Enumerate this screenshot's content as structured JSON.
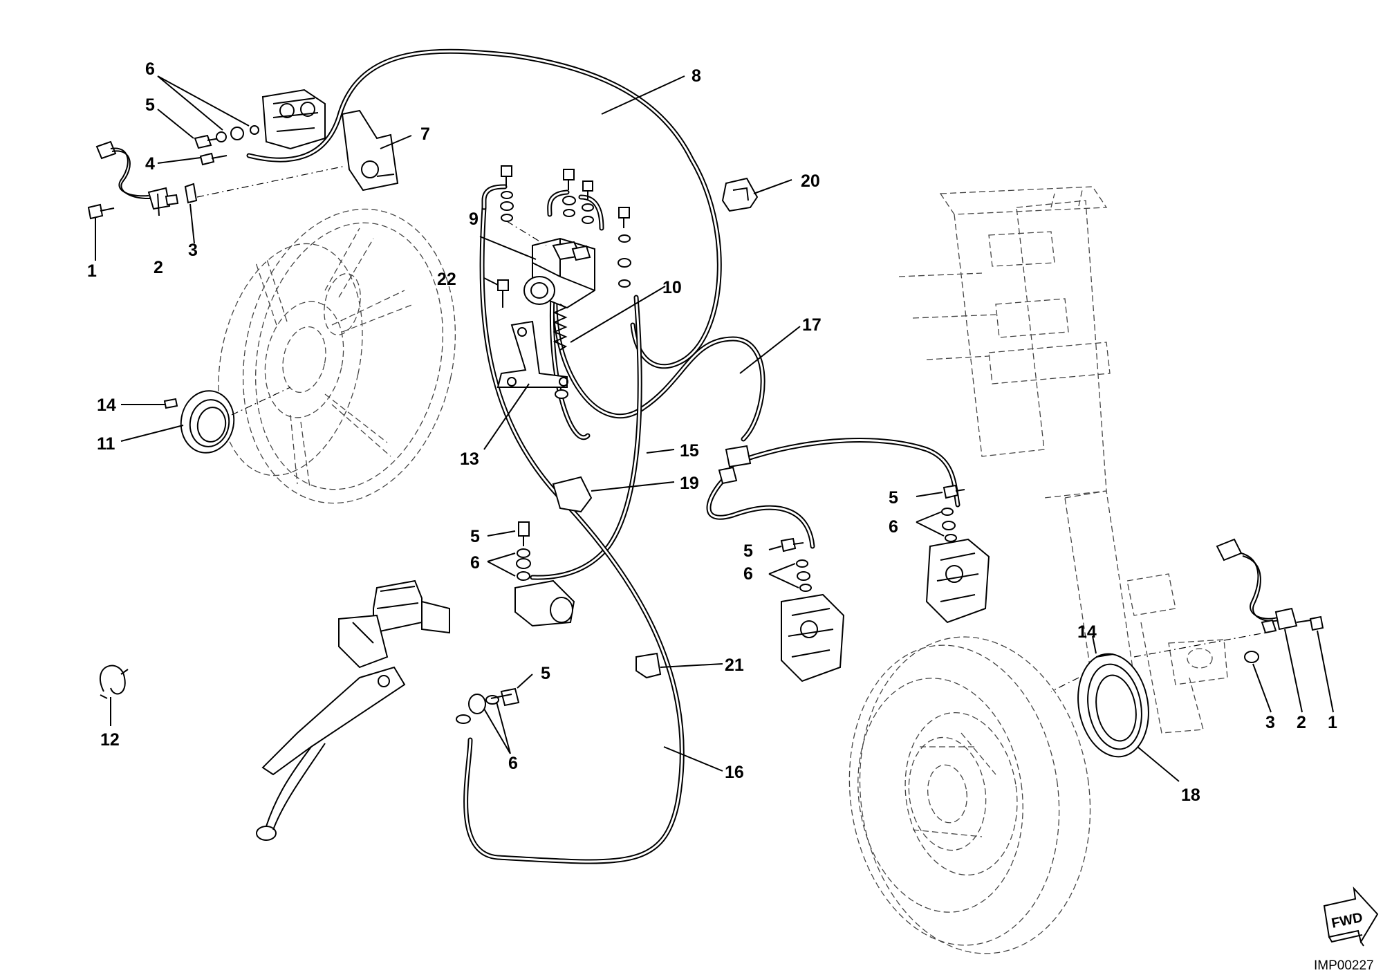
{
  "callouts": [
    {
      "id": "c1",
      "text": "1"
    },
    {
      "id": "c2",
      "text": "2"
    },
    {
      "id": "c3",
      "text": "3"
    },
    {
      "id": "c4",
      "text": "4"
    },
    {
      "id": "c5",
      "text": "5"
    },
    {
      "id": "c6",
      "text": "6"
    },
    {
      "id": "c7",
      "text": "7"
    },
    {
      "id": "c8",
      "text": "8"
    },
    {
      "id": "c9",
      "text": "9"
    },
    {
      "id": "c10",
      "text": "10"
    },
    {
      "id": "c11",
      "text": "11"
    },
    {
      "id": "c12",
      "text": "12"
    },
    {
      "id": "c13",
      "text": "13"
    },
    {
      "id": "c14",
      "text": "14"
    },
    {
      "id": "c15",
      "text": "15"
    },
    {
      "id": "c16",
      "text": "16"
    },
    {
      "id": "c17",
      "text": "17"
    },
    {
      "id": "c18",
      "text": "18"
    },
    {
      "id": "c19",
      "text": "19"
    },
    {
      "id": "c20",
      "text": "20"
    },
    {
      "id": "c21",
      "text": "21"
    },
    {
      "id": "c22",
      "text": "22"
    },
    {
      "id": "c5b",
      "text": "5"
    },
    {
      "id": "c6b",
      "text": "6"
    },
    {
      "id": "c5c",
      "text": "5"
    },
    {
      "id": "c6c",
      "text": "6"
    },
    {
      "id": "c5d",
      "text": "5"
    },
    {
      "id": "c6d",
      "text": "6"
    },
    {
      "id": "c5e",
      "text": "5"
    },
    {
      "id": "c6e",
      "text": "6"
    },
    {
      "id": "c14b",
      "text": "14"
    },
    {
      "id": "c3b",
      "text": "3"
    },
    {
      "id": "c2b",
      "text": "2"
    },
    {
      "id": "c1b",
      "text": "1"
    }
  ],
  "direction_label": "FWD",
  "drawing_ref": "IMP00227",
  "icons": {
    "direction": "forward-arrow-icon"
  }
}
